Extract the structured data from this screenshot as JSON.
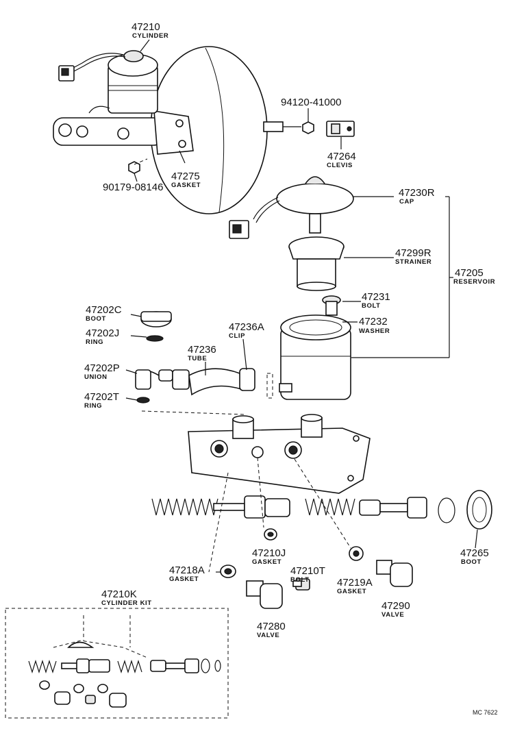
{
  "parts": [
    {
      "id": "p47210",
      "number": "47210",
      "name": "CYLINDER"
    },
    {
      "id": "p94120",
      "number": "94120-41000",
      "name": ""
    },
    {
      "id": "p47264",
      "number": "47264",
      "name": "CLEVIS"
    },
    {
      "id": "p47275",
      "number": "47275",
      "name": "GASKET"
    },
    {
      "id": "p90179",
      "number": "90179-08146",
      "name": ""
    },
    {
      "id": "p47230R",
      "number": "47230R",
      "name": "CAP"
    },
    {
      "id": "p47299R",
      "number": "47299R",
      "name": "STRAINER"
    },
    {
      "id": "p47205",
      "number": "47205",
      "name": "RESERVOIR"
    },
    {
      "id": "p47231",
      "number": "47231",
      "name": "BOLT"
    },
    {
      "id": "p47232",
      "number": "47232",
      "name": "WASHER"
    },
    {
      "id": "p47202C",
      "number": "47202C",
      "name": "BOOT"
    },
    {
      "id": "p47202J",
      "number": "47202J",
      "name": "RING"
    },
    {
      "id": "p47236A",
      "number": "47236A",
      "name": "CLIP"
    },
    {
      "id": "p47236",
      "number": "47236",
      "name": "TUBE"
    },
    {
      "id": "p47202P",
      "number": "47202P",
      "name": "UNION"
    },
    {
      "id": "p47202T",
      "number": "47202T",
      "name": "RING"
    },
    {
      "id": "p47265",
      "number": "47265",
      "name": "BOOT"
    },
    {
      "id": "p47210J",
      "number": "47210J",
      "name": "GASKET"
    },
    {
      "id": "p47218A",
      "number": "47218A",
      "name": "GASKET"
    },
    {
      "id": "p47210T",
      "number": "47210T",
      "name": "BOLT"
    },
    {
      "id": "p47219A",
      "number": "47219A",
      "name": "GASKET"
    },
    {
      "id": "p47290",
      "number": "47290",
      "name": "VALVE"
    },
    {
      "id": "p47280",
      "number": "47280",
      "name": "VALVE"
    },
    {
      "id": "p47210K",
      "number": "47210K",
      "name": "CYLINDER KIT"
    }
  ],
  "diagram_code": "MC 7622"
}
